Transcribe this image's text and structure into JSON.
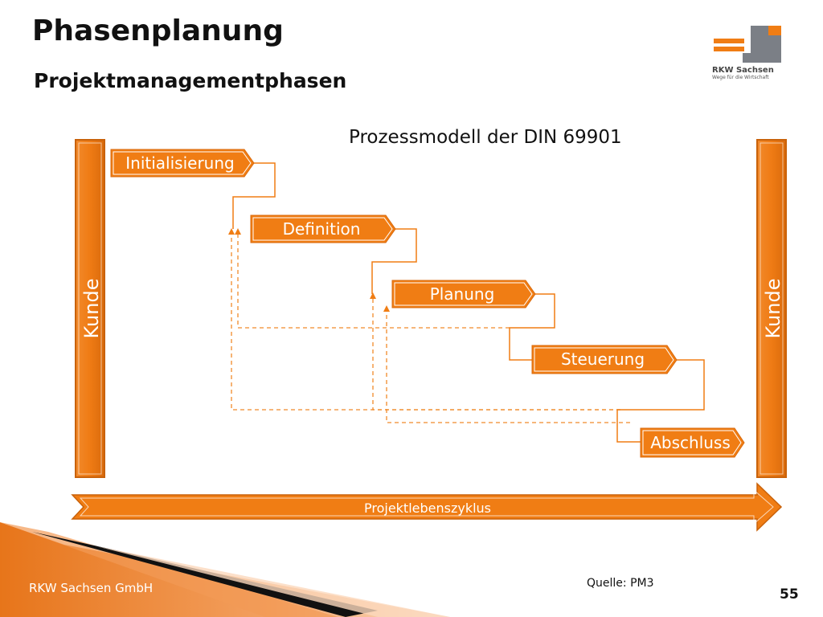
{
  "slide": {
    "title": "Phasenplanung",
    "subtitle": "Projektmanagementphasen",
    "page_number": "55",
    "source": "Quelle: PM3",
    "footer_company": "RKW Sachsen GmbH"
  },
  "logo": {
    "name": "RKW Sachsen",
    "tagline": "Wege für die Wirtschaft"
  },
  "diagram": {
    "title": "Prozessmodell der DIN 69901",
    "left_bar_label": "Kunde",
    "right_bar_label": "Kunde",
    "phases": [
      "Initialisierung",
      "Definition",
      "Planung",
      "Steuerung",
      "Abschluss"
    ],
    "cycle_label": "Projektlebenszyklus"
  },
  "colors": {
    "orange": "#f07d14",
    "dark_orange": "#c9620a",
    "dashed_line": "#f08a2a"
  }
}
